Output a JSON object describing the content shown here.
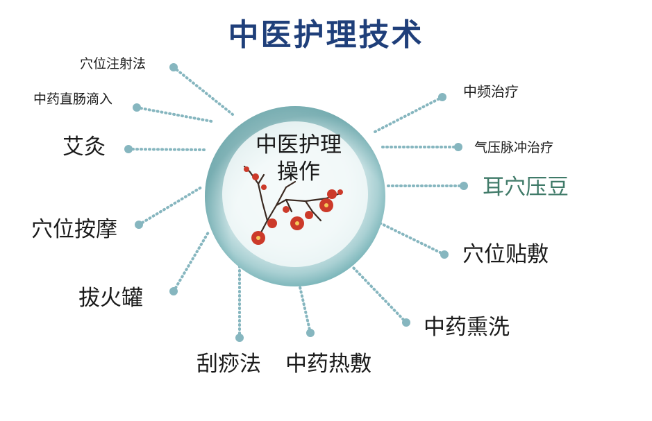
{
  "title": "中医护理技术",
  "center": {
    "line1": "中医护理",
    "line2": "操作"
  },
  "items": {
    "acupoint_injection": "穴位注射法",
    "herbal_rectal": "中药直肠滴入",
    "moxibustion": "艾灸",
    "acupoint_massage": "穴位按摩",
    "cupping": "拔火罐",
    "scraping": "刮痧法",
    "herbal_hot_compress": "中药热敷",
    "herbal_fumigation": "中药熏洗",
    "acupoint_application": "穴位贴敷",
    "ear_seed": "耳穴压豆",
    "pneumatic_pulse": "气压脉冲治疗",
    "mid_frequency": "中频治疗"
  },
  "colors": {
    "title": "#1f3f7a",
    "dot": "#86b6bf",
    "circle": "#6eafb4",
    "highlight": "#3f7a68"
  }
}
